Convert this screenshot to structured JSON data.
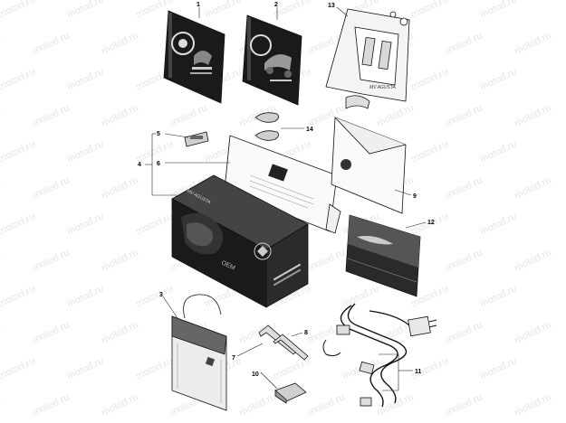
{
  "watermark": {
    "text": "motod.ru"
  },
  "callouts": [
    "1",
    "2",
    "3",
    "4",
    "5",
    "6",
    "7",
    "8",
    "9",
    "10",
    "11",
    "12",
    "13",
    "14"
  ],
  "packaging_text": {
    "box_logo": "OEM",
    "brand_script": "MV AGUSTA"
  },
  "colors": {
    "outline": "#111111",
    "dark_fill": "#1a1a1a",
    "grey_fill": "#b0b0b0",
    "watermark": "#e6e6e6"
  }
}
